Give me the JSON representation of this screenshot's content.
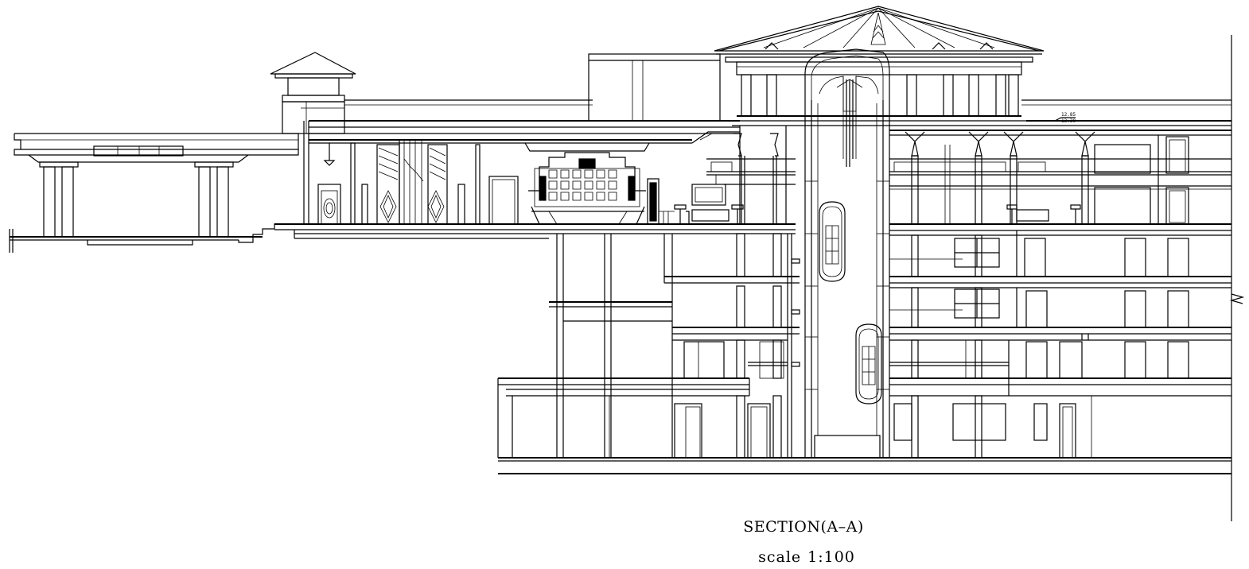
{
  "drawing": {
    "title": "SECTION(A–A)",
    "scale_label": "scale",
    "scale_value": "1:100",
    "level_marks": [
      "12.85",
      "13.30"
    ],
    "line_color": "#000000",
    "background_color": "#ffffff"
  }
}
